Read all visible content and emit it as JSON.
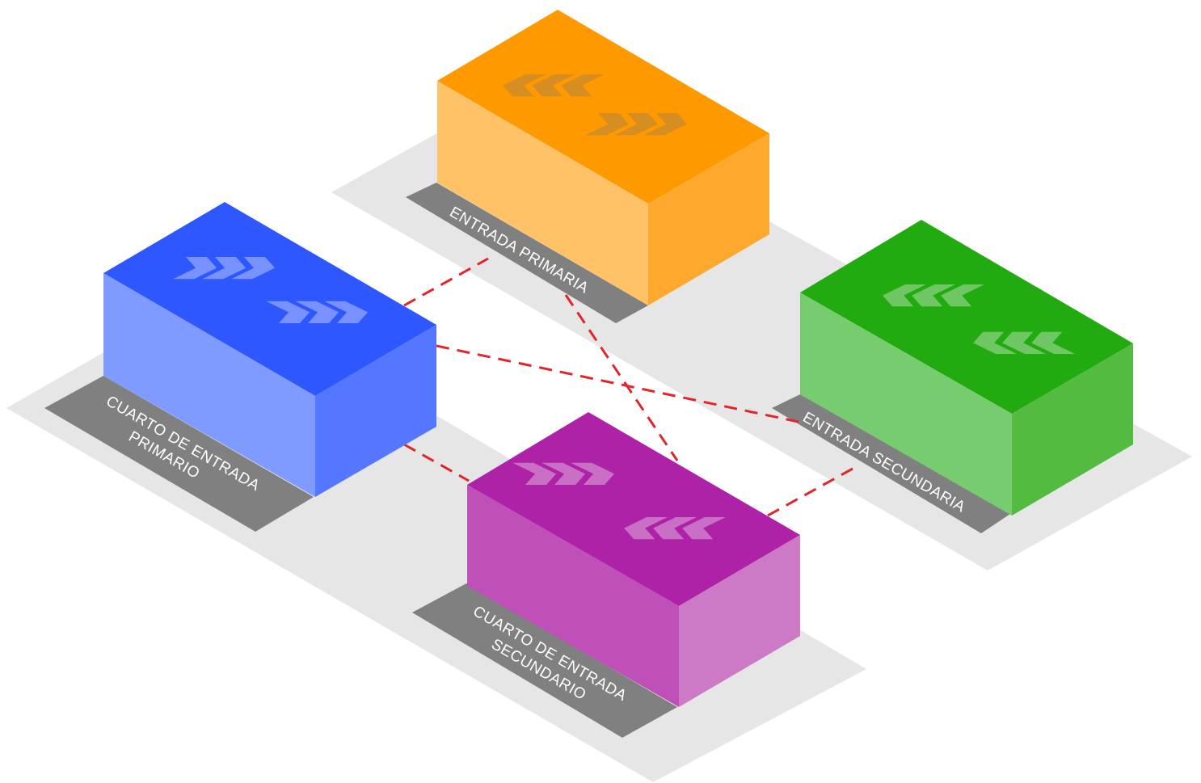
{
  "diagram": {
    "colors": {
      "background": "#ffffff",
      "floor": "#e6e6e6",
      "label_plate": "#808080",
      "connection_line": "#e0262b",
      "chevron": "#ffffff"
    },
    "nodes": [
      {
        "id": "entrada-primaria",
        "label_lines": [
          "ENTRADA PRIMARIA"
        ],
        "color_top": "#ff9900",
        "color_left": "#ffc266",
        "color_right": "#ffa82e",
        "chevron_icon": "chevron-pair-arrows-icon"
      },
      {
        "id": "cuarto-entrada-primario",
        "label_lines": [
          "CUARTO DE ENTRADA",
          "PRIMARIO"
        ],
        "color_top": "#2f57ff",
        "color_left": "#7f9bff",
        "color_right": "#5576ff",
        "chevron_icon": "chevron-pair-arrows-icon"
      },
      {
        "id": "entrada-secundaria",
        "label_lines": [
          "ENTRADA SECUNDARIA"
        ],
        "color_top": "#22aa11",
        "color_left": "#77cc6f",
        "color_right": "#52bb40",
        "chevron_icon": "chevron-pair-arrows-icon"
      },
      {
        "id": "cuarto-entrada-secundario",
        "label_lines": [
          "CUARTO DE ENTRADA",
          "SECUNDARIO"
        ],
        "color_top": "#ad22a6",
        "color_left": "#bf50b8",
        "color_right": "#cd7ac6",
        "chevron_icon": "chevron-pair-arrows-icon"
      }
    ],
    "connections": [
      {
        "from": "cuarto-entrada-primario",
        "to": "entrada-primaria",
        "style": "dashed"
      },
      {
        "from": "cuarto-entrada-primario",
        "to": "entrada-secundaria",
        "style": "dashed"
      },
      {
        "from": "entrada-primaria",
        "to": "cuarto-entrada-secundario",
        "style": "dashed"
      },
      {
        "from": "cuarto-entrada-primario",
        "to": "cuarto-entrada-secundario",
        "style": "dashed"
      },
      {
        "from": "entrada-secundaria",
        "to": "cuarto-entrada-secundario",
        "style": "dashed"
      }
    ]
  }
}
